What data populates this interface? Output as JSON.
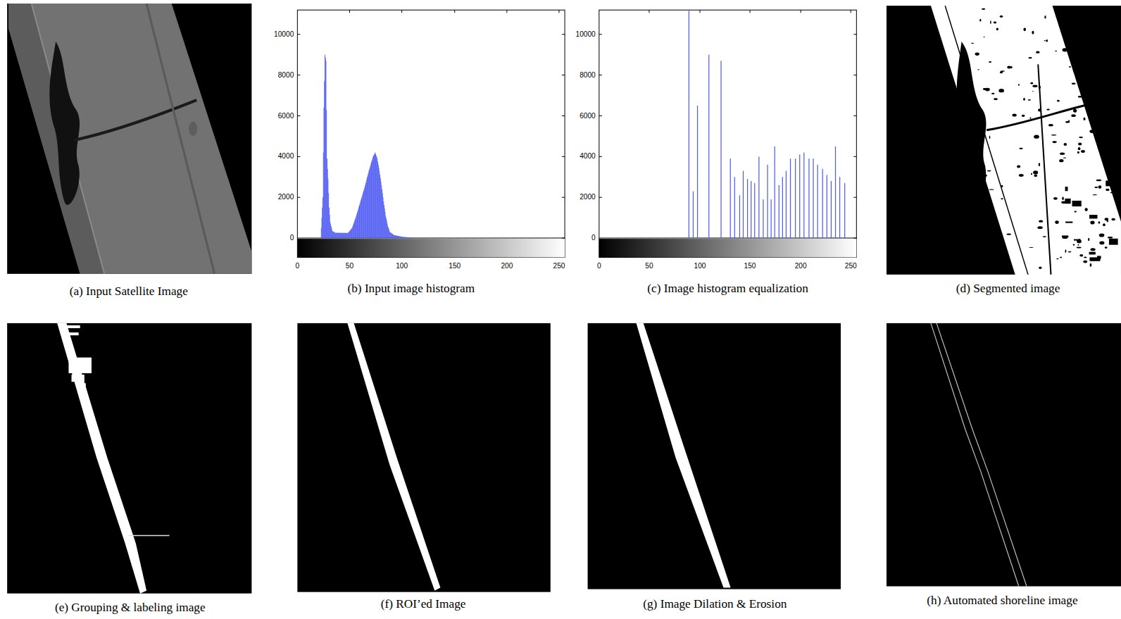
{
  "diagram": {
    "labels": [
      "10000",
      "8000",
      "6000",
      "4000",
      "2000",
      "0",
      "0",
      "50",
      "100",
      "150",
      "200",
      "250",
      "10000",
      "8000",
      "6000",
      "4000",
      "2000",
      "0",
      "0",
      "50",
      "100",
      "150",
      "200",
      "250",
      "(a) Input Satellite Image",
      "(b) Input image histogram",
      "(c) Image histogram equalization",
      "(d) Segmented image",
      "(e) Grouping & labeling image",
      "(f) ROI’ed Image",
      "(g) Image Dilation & Erosion",
      "(h) Automated shoreline image"
    ]
  }
}
